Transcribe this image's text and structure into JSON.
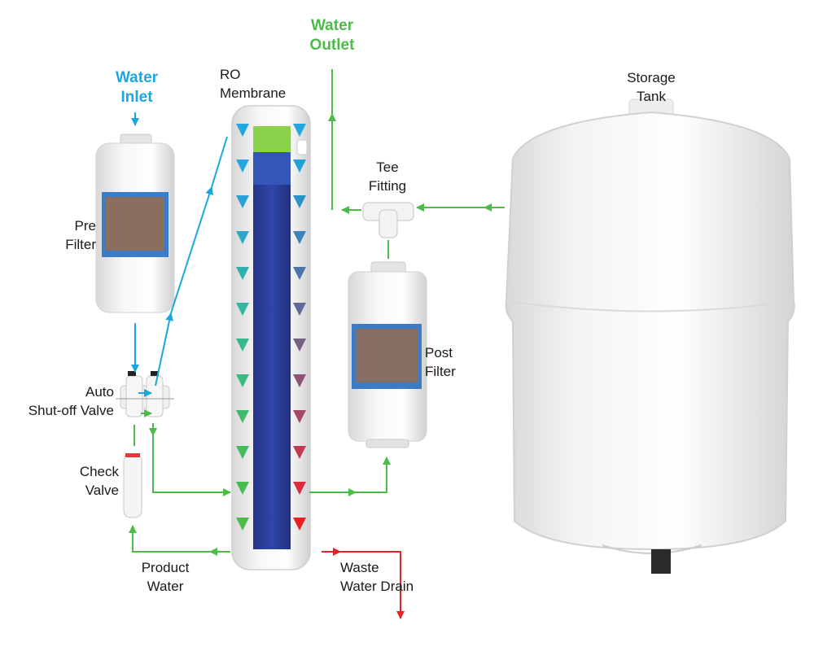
{
  "labels": {
    "water_inlet": "Water\nInlet",
    "water_outlet": "Water\nOutlet",
    "ro_membrane": "RO\nMembrane",
    "storage_tank": "Storage\nTank",
    "tee_fitting": "Tee\nFitting",
    "pre_filter": "Pre\nFilter",
    "post_filter": "Post\nFilter",
    "auto_shutoff_valve": "Auto\nShut-off Valve",
    "check_valve": "Check\nValve",
    "product_water": "Product\nWater",
    "waste_water_drain": "Waste\nWater Drain"
  },
  "colors": {
    "inlet_blue": "#1aa7e0",
    "outlet_green": "#4cbb47",
    "drain_red": "#e62222"
  },
  "icons": {
    "flow_arrow": "arrowhead",
    "membrane_chevron": "triangle-down"
  }
}
